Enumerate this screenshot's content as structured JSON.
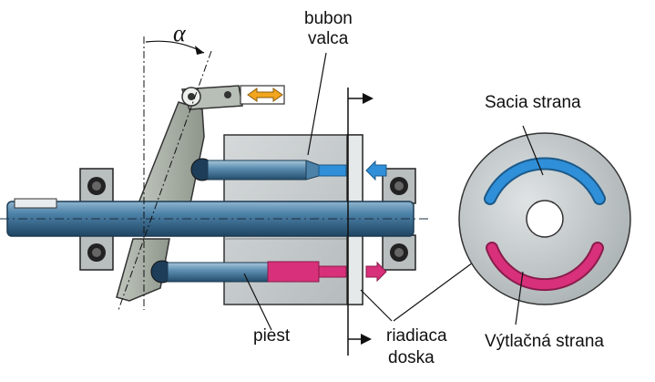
{
  "labels": {
    "alpha": "α",
    "cylinder_line1": "bubon",
    "cylinder_line2": "valca",
    "piston": "piest",
    "valve_plate_line1": "riadiaca",
    "valve_plate_line2": "doska",
    "suction_side": "Sacia strana",
    "discharge_side": "Výtlačná strana"
  },
  "colors": {
    "shaft": "#3a6f95",
    "cylinder_block": "#c6cbcd",
    "swash_plate": "#a8b0a8",
    "suction": "#2f8fd8",
    "discharge": "#d8307a",
    "arrow_fill": "#f2a51f"
  }
}
